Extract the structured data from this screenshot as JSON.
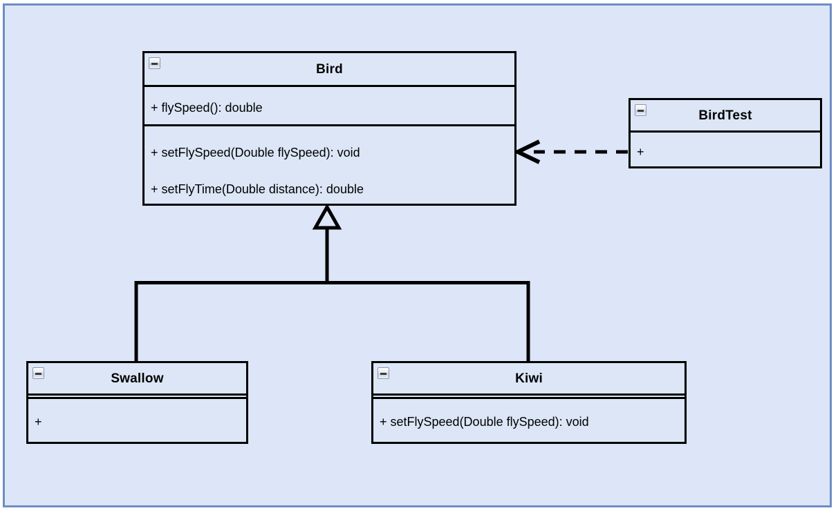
{
  "diagram": {
    "type": "uml-class-diagram",
    "canvas_background": "#dde6f8",
    "canvas_border_color": "#6d8cc4",
    "class_fill": "#dce6f7",
    "line_color": "#000000"
  },
  "classes": [
    {
      "id": "bird",
      "name": "Bird",
      "collapse_icon": "minus-box-icon",
      "compartments": [
        {
          "members": [
            "+ flySpeed(): double"
          ]
        },
        {
          "members": [
            "+ setFlySpeed(Double flySpeed): void",
            "+ setFlyTime(Double distance): double"
          ]
        }
      ]
    },
    {
      "id": "birdtest",
      "name": "BirdTest",
      "collapse_icon": "minus-box-icon",
      "compartments": [
        {
          "members": [
            "+"
          ]
        }
      ]
    },
    {
      "id": "swallow",
      "name": "Swallow",
      "collapse_icon": "minus-box-icon",
      "compartments": [
        {
          "members": []
        },
        {
          "members": [
            "+"
          ]
        }
      ]
    },
    {
      "id": "kiwi",
      "name": "Kiwi",
      "collapse_icon": "minus-box-icon",
      "compartments": [
        {
          "members": []
        },
        {
          "members": [
            "+ setFlySpeed(Double flySpeed): void"
          ]
        }
      ]
    }
  ],
  "relationships": [
    {
      "id": "gen-swallow-bird",
      "kind": "generalization",
      "from": "Swallow",
      "to": "Bird",
      "style": "solid",
      "arrowhead": "hollow-triangle"
    },
    {
      "id": "gen-kiwi-bird",
      "kind": "generalization",
      "from": "Kiwi",
      "to": "Bird",
      "style": "solid",
      "arrowhead": "hollow-triangle"
    },
    {
      "id": "dep-birdtest-bird",
      "kind": "dependency",
      "from": "BirdTest",
      "to": "Bird",
      "style": "dashed",
      "arrowhead": "open-arrow"
    }
  ]
}
